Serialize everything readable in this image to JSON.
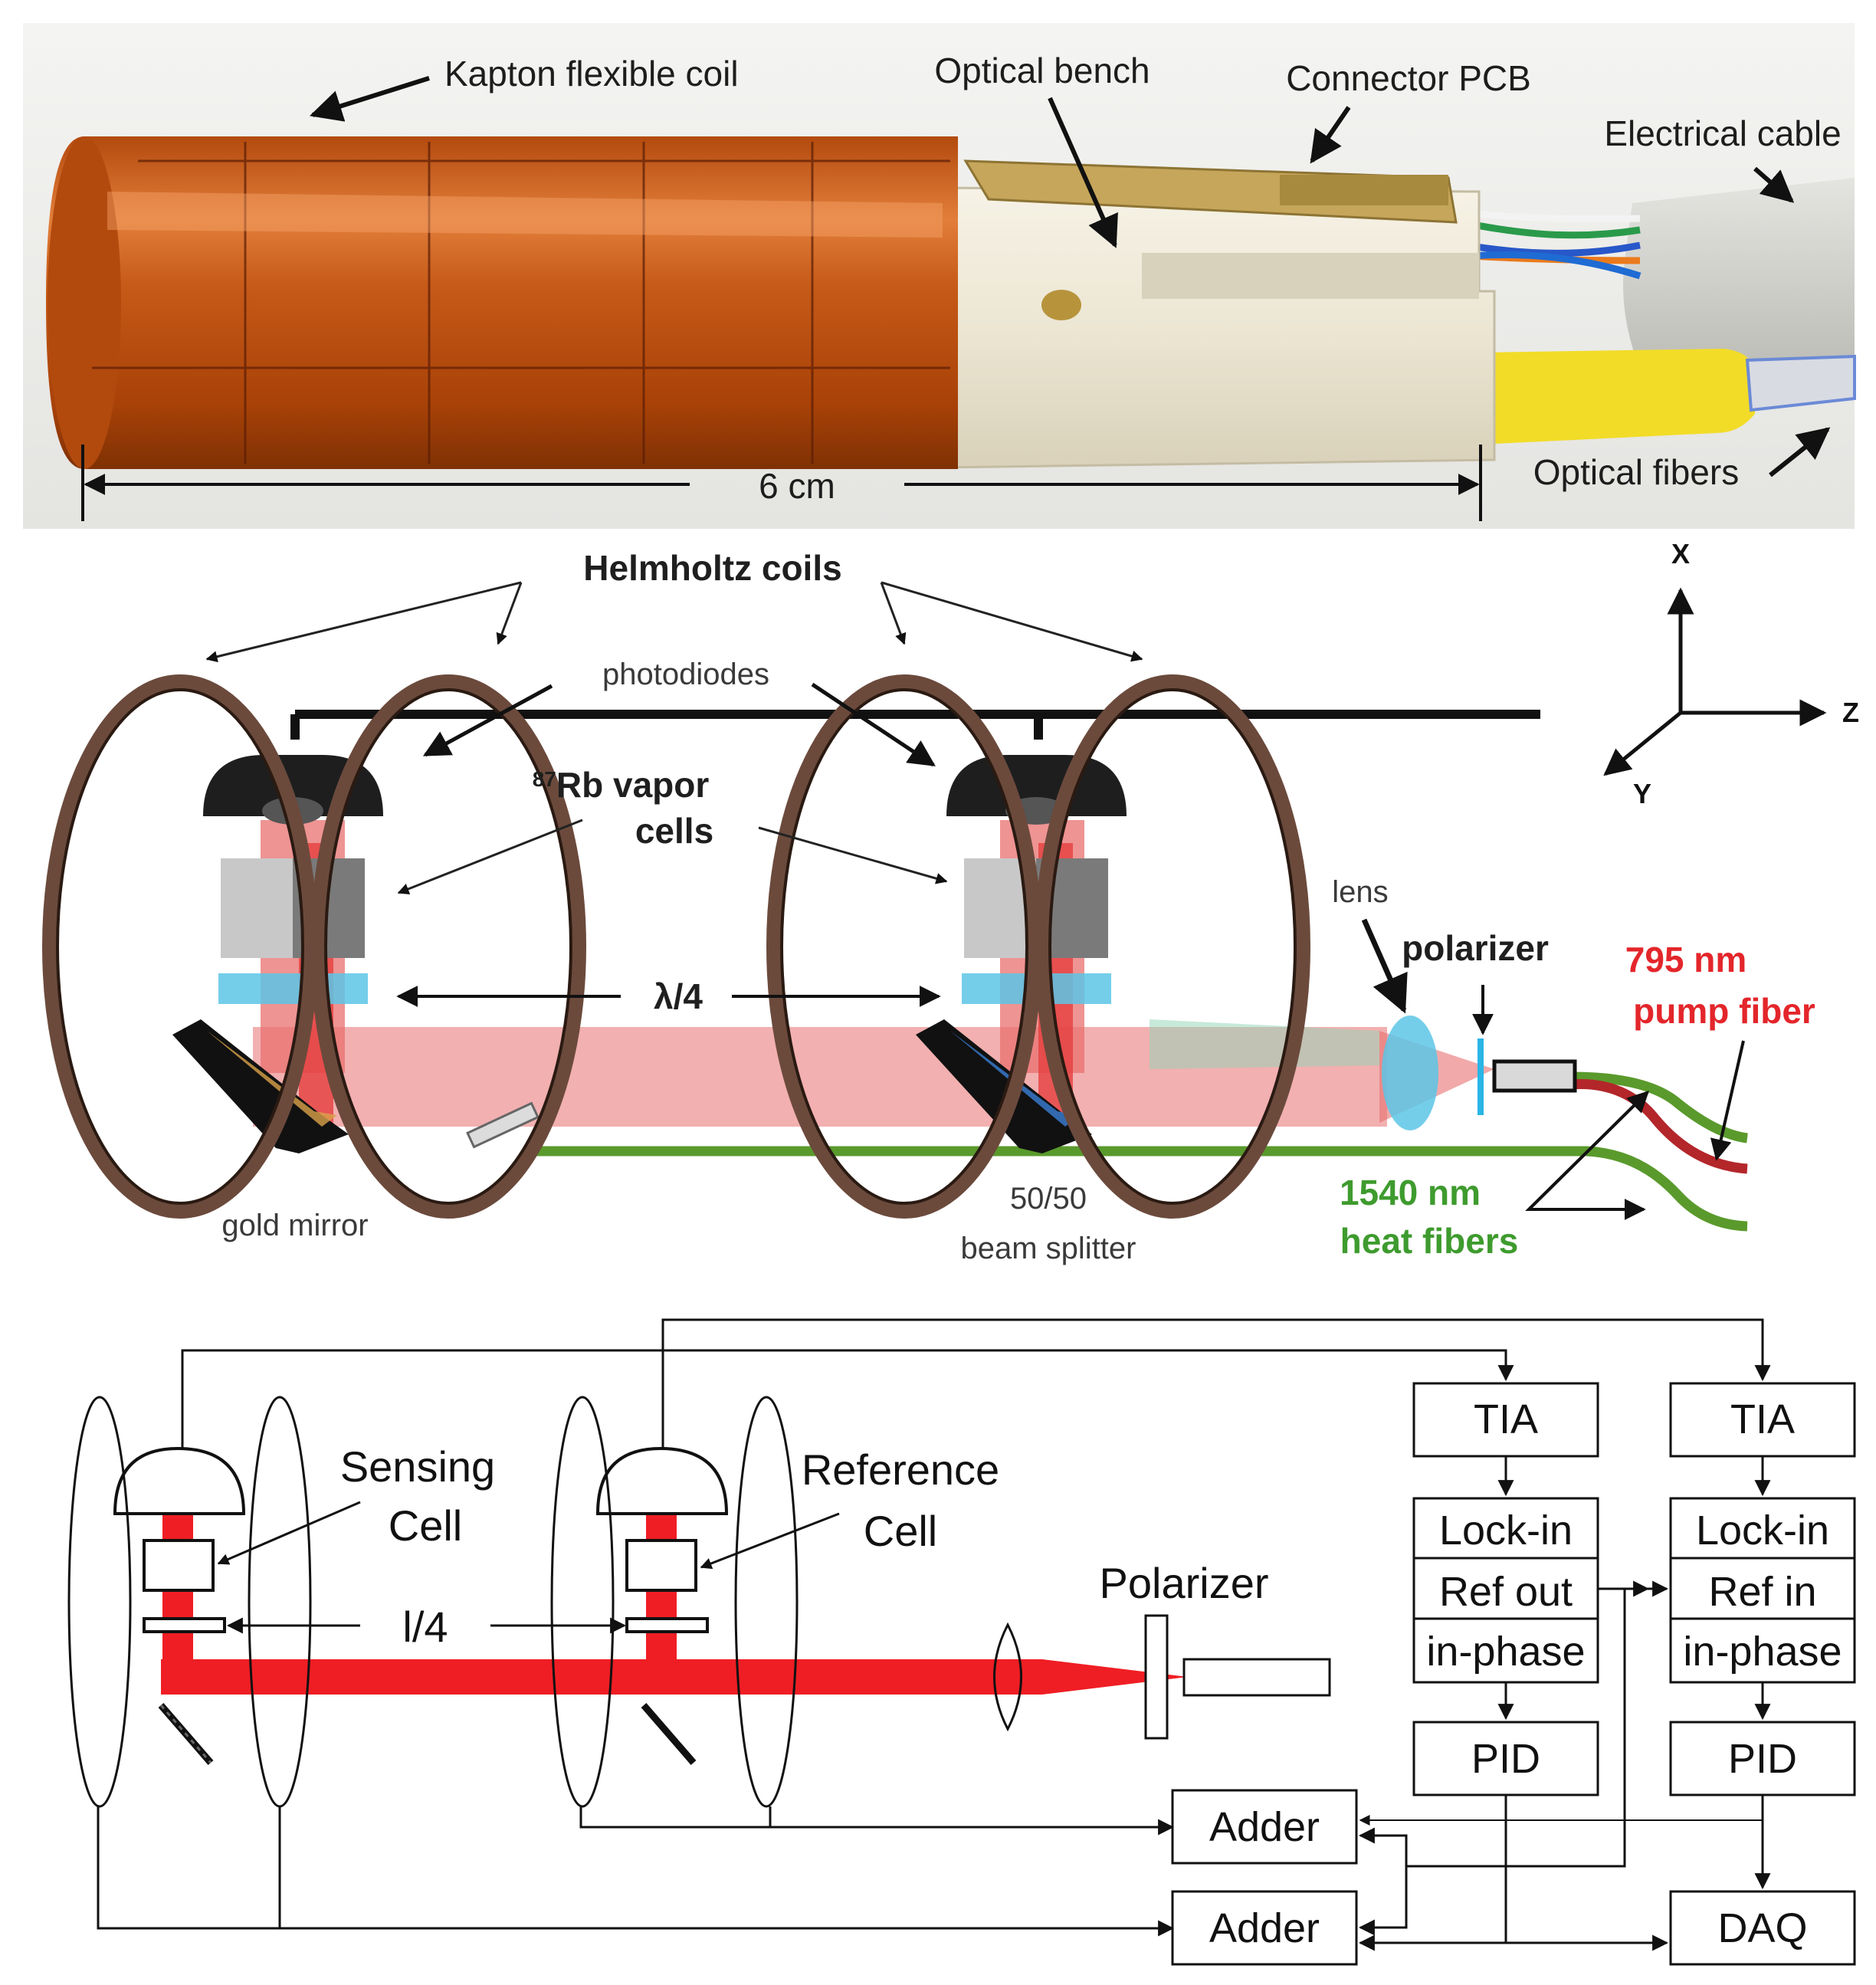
{
  "photo": {
    "labels": {
      "kapton_coil": "Kapton flexible coil",
      "optical_bench": "Optical bench",
      "connector_pcb": "Connector PCB",
      "electrical_cable": "Electrical cable",
      "optical_fibers": "Optical fibers",
      "scale": "6 cm"
    },
    "colors": {
      "kapton": "#c85a16",
      "bench": "#efeadb",
      "fiber_jacket": "#f2dc28",
      "cable": "#cfcfcb"
    }
  },
  "schematic": {
    "labels": {
      "helmholtz": "Helmholtz coils",
      "photodiodes": "photodiodes",
      "rb_sup": "87",
      "rb_line1": "Rb vapor",
      "rb_line2": "cells",
      "lambda4": "λ/4",
      "lens": "lens",
      "polarizer": "polarizer",
      "pump1": "795 nm",
      "pump2": "pump fiber",
      "heat1": "1540 nm",
      "heat2": "heat fibers",
      "mirror": "gold mirror",
      "splitter1": "50/50",
      "splitter2": "beam splitter",
      "axis_x": "X",
      "axis_y": "Y",
      "axis_z": "Z"
    },
    "colors": {
      "coil": "#6b4a3c",
      "beam": "#e8706f",
      "heat_fiber": "#5a9a2c",
      "pump_fiber": "#b3262a",
      "pump_text": "#e3262b",
      "heat_text": "#3e9b2e",
      "waveplate": "#5cc6e6"
    }
  },
  "block": {
    "labels": {
      "sensing1": "Sensing",
      "sensing2": "Cell",
      "reference1": "Reference",
      "reference2": "Cell",
      "l4": "l/4",
      "polarizer": "Polarizer"
    },
    "boxes": {
      "tia_left": "TIA",
      "tia_right": "TIA",
      "lockin_left": [
        "Lock-in",
        "Ref out",
        "in-phase"
      ],
      "lockin_right": [
        "Lock-in",
        "Ref in",
        "in-phase"
      ],
      "pid_left": "PID",
      "pid_right": "PID",
      "adder_top": "Adder",
      "adder_bottom": "Adder",
      "daq": "DAQ"
    },
    "colors": {
      "beam": "#ef1e24"
    }
  }
}
